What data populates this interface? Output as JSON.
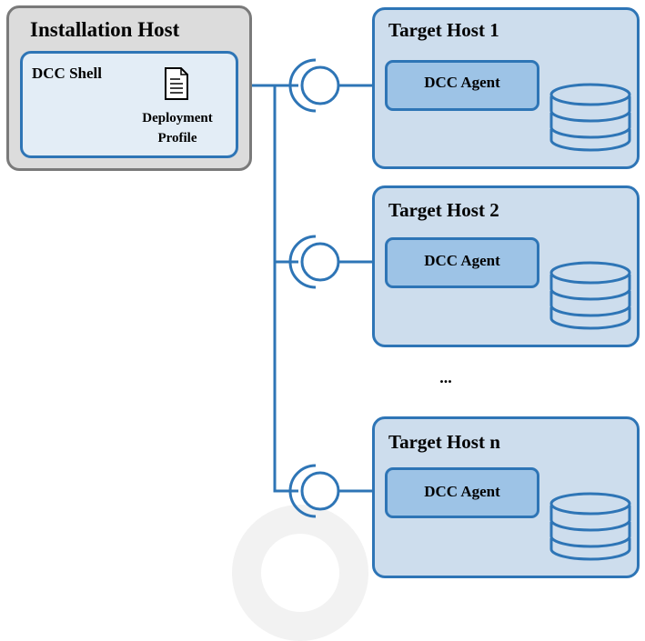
{
  "installation_host": {
    "title": "Installation Host",
    "shell": {
      "label": "DCC Shell",
      "document_icon": "document-icon",
      "profile_line1": "Deployment",
      "profile_line2": "Profile"
    }
  },
  "target_hosts": [
    {
      "title": "Target Host 1",
      "agent_label": "DCC Agent",
      "icon": "database-icon"
    },
    {
      "title": "Target Host 2",
      "agent_label": "DCC Agent",
      "icon": "database-icon"
    },
    {
      "title": "Target Host n",
      "agent_label": "DCC Agent",
      "icon": "database-icon"
    }
  ],
  "ellipsis": "...",
  "colors": {
    "accent": "#2e75b6",
    "host_fill": "#cddded",
    "agent_fill": "#9dc3e6",
    "installation_fill": "#dcdcdc",
    "installation_border": "#7a7a7a",
    "shell_fill": "#e3edf6"
  },
  "connector_icon": "lollipop-interface-icon"
}
